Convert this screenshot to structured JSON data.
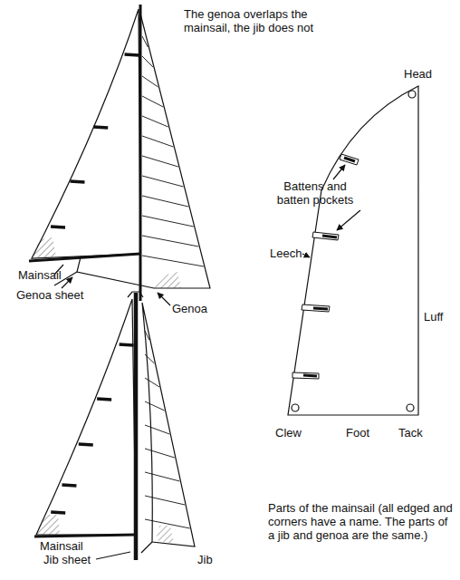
{
  "diagram": {
    "labels": [
      "The genoa overlaps the mainsail, the jib does not",
      "Head",
      "Battens and batten pockets",
      "Leech",
      "Luff",
      "Mainsail",
      "Genoa sheet",
      "Genoa",
      "Clew",
      "Foot",
      "Tack",
      "Parts of the mainsail (all edged and corners have a name. The parts of a jib and genoa are the same.)",
      "Mainsail",
      "Jib sheet",
      "Jib"
    ]
  }
}
